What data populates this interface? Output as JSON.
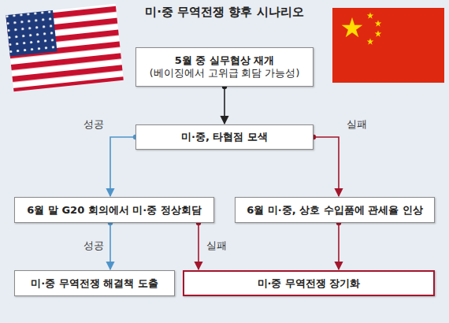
{
  "diagram": {
    "title": "미·중 무역전쟁 향후 시나리오",
    "nodes": [
      {
        "text": [
          "5월 중 실무협상 재개",
          "(베이징에서 고위급 회담 가능성)"
        ]
      },
      {
        "text": [
          "미·중, 타협점 모색"
        ]
      },
      {
        "text": [
          "6월 말 G20 회의에서 미·중 정상회담"
        ]
      },
      {
        "text": [
          "6월 미·중, 상호 수입품에 관세율 인상"
        ]
      },
      {
        "text": [
          "미·중 무역전쟁 해결책 도출"
        ]
      },
      {
        "text": [
          "미·중 무역전쟁 장기화"
        ]
      }
    ],
    "edges": [
      {
        "from": 0,
        "to": 1,
        "arrow": "to"
      },
      {
        "from": 1,
        "to": 2,
        "label": "성공",
        "arrow": "to"
      },
      {
        "from": 1,
        "to": 3,
        "label": "실패",
        "arrow": "to"
      },
      {
        "from": 2,
        "to": 4,
        "label": "성공",
        "arrow": "to"
      },
      {
        "from": 2,
        "to": 5,
        "label": "실패",
        "arrow": "to"
      },
      {
        "from": 3,
        "to": 5,
        "arrow": "to"
      }
    ]
  }
}
